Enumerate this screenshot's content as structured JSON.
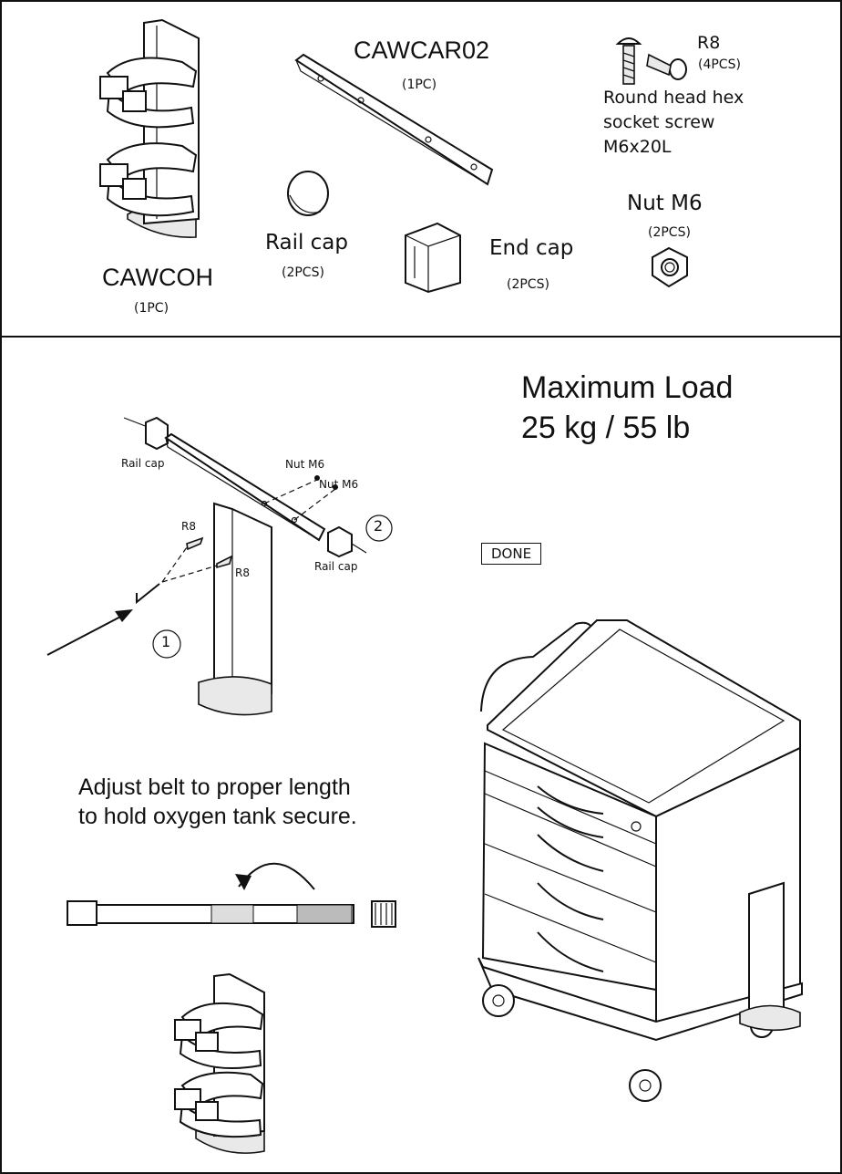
{
  "parts": {
    "cawcar02": {
      "name": "CAWCAR02",
      "qty": "(1PC)"
    },
    "r8": {
      "name": "R8",
      "qty": "(4PCS)",
      "desc_line1": "Round head hex",
      "desc_line2": "socket screw",
      "desc_line3": "M6x20L"
    },
    "rail_cap": {
      "name": "Rail cap",
      "qty": "(2PCS)"
    },
    "end_cap": {
      "name": "End cap",
      "qty": "(2PCS)"
    },
    "nut_m6": {
      "name": "Nut M6",
      "qty": "(2PCS)"
    },
    "cawcoh": {
      "name": "CAWCOH",
      "qty": "(1PC)"
    }
  },
  "assembly": {
    "rail_cap_left": "Rail cap",
    "nut_1": "Nut M6",
    "nut_2": "Nut M6",
    "screw_1": "R8",
    "screw_2": "R8",
    "rail_cap_right": "Rail cap",
    "step_1": "1",
    "step_2": "2"
  },
  "max_load": {
    "line1": "Maximum Load",
    "line2": "25 kg / 55 lb"
  },
  "done_label": "DONE",
  "belt_note": {
    "line1": "Adjust belt to proper length",
    "line2": "to hold oxygen tank secure."
  }
}
